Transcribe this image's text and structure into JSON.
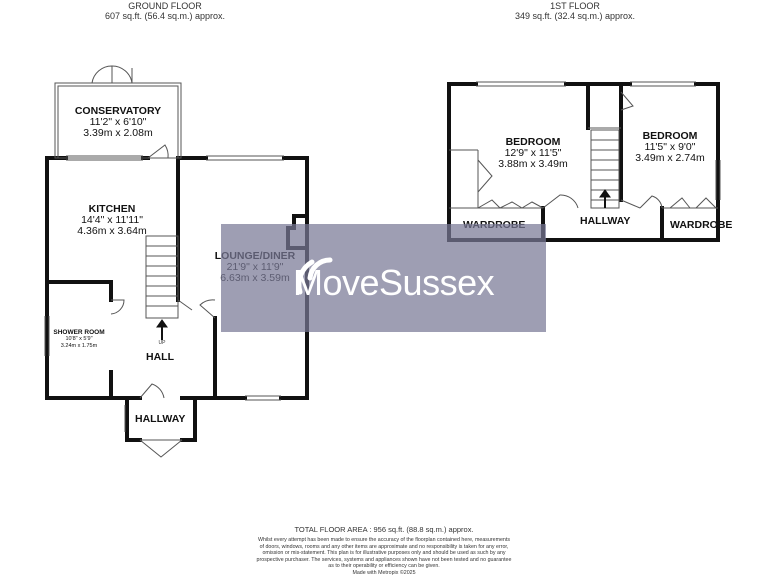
{
  "ground_floor": {
    "title": "GROUND FLOOR",
    "area": "607 sq.ft. (56.4 sq.m.) approx.",
    "rooms": {
      "conservatory": {
        "name": "CONSERVATORY",
        "imperial": "11'2\" x 6'10\"",
        "metric": "3.39m x 2.08m"
      },
      "kitchen": {
        "name": "KITCHEN",
        "imperial": "14'4\" x 11'11\"",
        "metric": "4.36m x 3.64m"
      },
      "lounge": {
        "name": "LOUNGE/DINER",
        "imperial": "21'9\" x 11'9\"",
        "metric": "6.63m x 3.59m"
      },
      "shower": {
        "name": "SHOWER ROOM",
        "imperial": "10'8\" x 5'9\"",
        "metric": "3.24m x 1.75m"
      },
      "hall": {
        "name": "HALL"
      },
      "hallway": {
        "name": "HALLWAY"
      }
    },
    "stair_label": "UP"
  },
  "first_floor": {
    "title": "1ST FLOOR",
    "area": "349 sq.ft. (32.4 sq.m.) approx.",
    "rooms": {
      "bedroom1": {
        "name": "BEDROOM",
        "imperial": "12'9\" x 11'5\"",
        "metric": "3.88m x 3.49m"
      },
      "bedroom2": {
        "name": "BEDROOM",
        "imperial": "11'5\" x 9'0\"",
        "metric": "3.49m x 2.74m"
      },
      "wardrobe1": {
        "name": "WARDROBE"
      },
      "hallway": {
        "name": "HALLWAY"
      },
      "wardrobe2": {
        "name": "WARDROBE"
      }
    }
  },
  "watermark": {
    "text": "MoveSussex"
  },
  "footer": {
    "total": "TOTAL FLOOR AREA : 956 sq.ft. (88.8 sq.m.) approx.",
    "disclaimer": [
      "Whilst every attempt has been made to ensure the accuracy of the floorplan contained here, measurements",
      "of doors, windows, rooms and any other items are approximate and no responsibility is taken for any error,",
      "omission or mis-statement. This plan is for illustrative purposes only and should be used as such by any",
      "prospective purchaser. The services, systems and appliances shown have not been tested and no guarantee",
      "as to their operability or efficiency can be given.",
      "Made with Metropix ©2025"
    ]
  },
  "colors": {
    "wall": "#111111",
    "watermark_bg": "#7b7b98"
  }
}
